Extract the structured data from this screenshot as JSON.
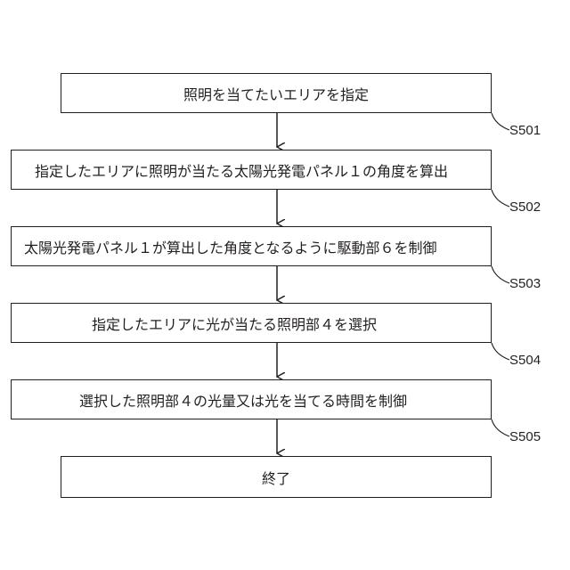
{
  "steps": [
    {
      "text": "照明を当てたいエリアを指定",
      "label": "S501"
    },
    {
      "text": "指定したエリアに照明が当たる太陽光発電パネル１の角度を算出",
      "label": "S502"
    },
    {
      "text": "太陽光発電パネル１が算出した角度となるように駆動部６を制御",
      "label": "S503"
    },
    {
      "text": "指定したエリアに光が当たる照明部４を選択",
      "label": "S504"
    },
    {
      "text": "選択した照明部４の光量又は光を当てる時間を制御",
      "label": "S505"
    },
    {
      "text": "終了"
    }
  ]
}
